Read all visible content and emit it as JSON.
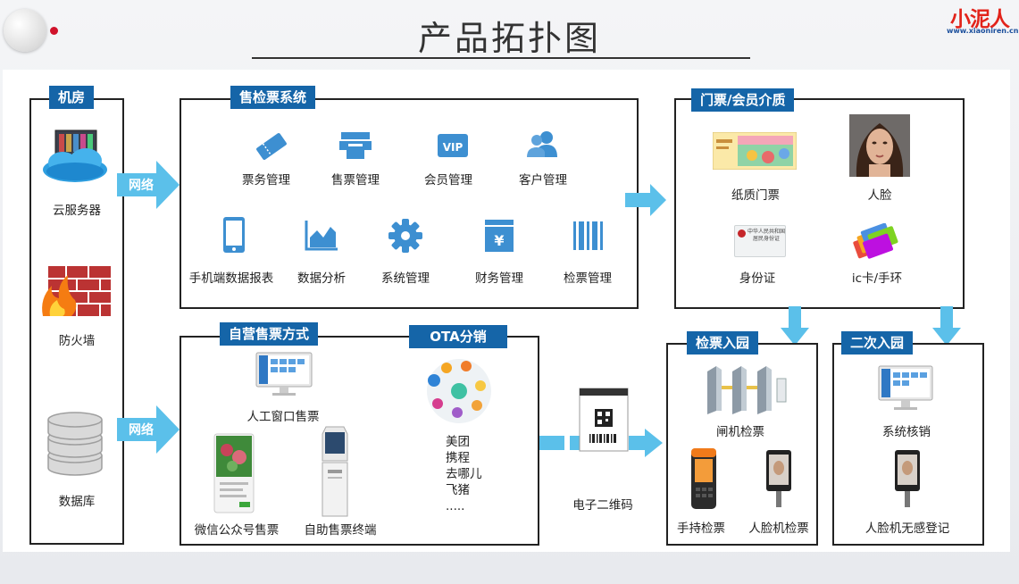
{
  "title": "产品拓扑图",
  "logo": {
    "text": "小泥人",
    "url": "www.xiaoniren.cn"
  },
  "machine_room": {
    "header": "机房",
    "items": [
      "云服务器",
      "防火墙",
      "数据库"
    ]
  },
  "network_label": "网络",
  "ticket_system": {
    "header": "售检票系统",
    "items": [
      "票务管理",
      "售票管理",
      "会员管理",
      "客户管理",
      "手机端数据报表",
      "数据分析",
      "系统管理",
      "财务管理",
      "检票管理"
    ]
  },
  "media": {
    "header": "门票/会员介质",
    "items": [
      "纸质门票",
      "人脸",
      "身份证",
      "ic卡/手环"
    ],
    "id_card_text": "中华人民共和国 居民身份证"
  },
  "self_sale": {
    "header": "自营售票方式",
    "items": [
      "人工窗口售票",
      "微信公众号售票",
      "自助售票终端"
    ]
  },
  "ota": {
    "header": "OTA分销",
    "list": [
      "美团",
      "携程",
      "去哪儿",
      "飞猪",
      "....."
    ]
  },
  "qr_label": "电子二维码",
  "entry": {
    "header": "检票入园",
    "items": [
      "闸机检票",
      "手持检票",
      "人脸机检票"
    ]
  },
  "second_entry": {
    "header": "二次入园",
    "items": [
      "系统核销",
      "人脸机无感登记"
    ]
  },
  "colors": {
    "header_blue": "#1565a8",
    "arrow_blue": "#5bc0ea",
    "icon_blue": "#3d8fd1"
  }
}
